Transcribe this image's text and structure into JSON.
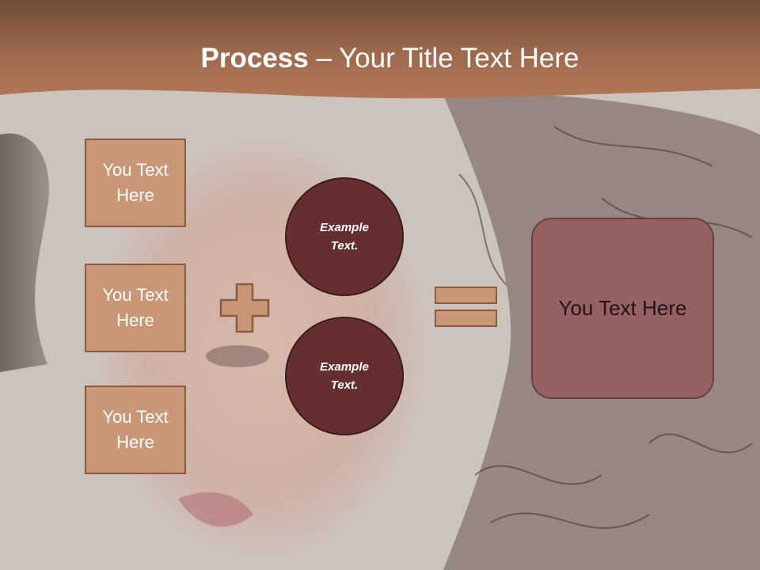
{
  "title": {
    "strong": "Process",
    "rest": " – Your Title Text Here"
  },
  "inputs": [
    {
      "label": "You Text Here"
    },
    {
      "label": "You Text Here"
    },
    {
      "label": "You Text Here"
    }
  ],
  "circles": [
    {
      "label": "Example Text."
    },
    {
      "label": "Example Text."
    }
  ],
  "result": {
    "label": "You Text Here"
  },
  "colors": {
    "header": "#b5734f",
    "input_fill": "#c99676",
    "circle_fill": "#652f2f",
    "result_fill": "#956162",
    "operator": "#c99676"
  },
  "icons": [
    "plus-icon",
    "equals-icon"
  ]
}
